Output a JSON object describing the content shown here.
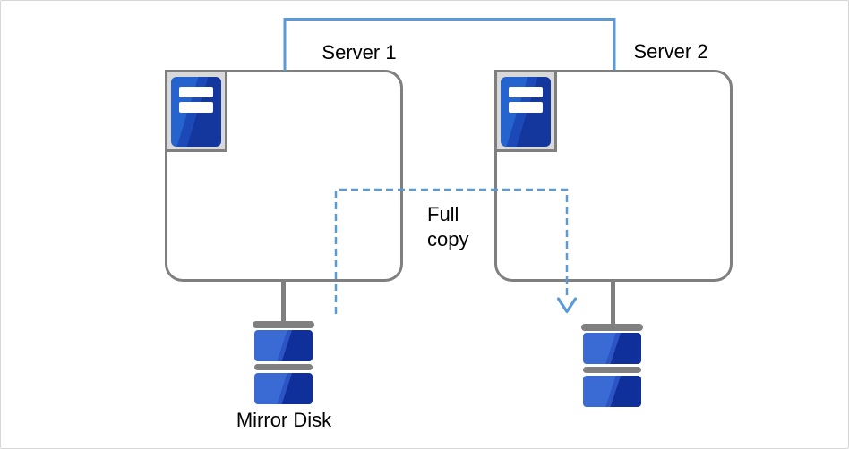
{
  "diagram": {
    "server1": {
      "label": "Server 1"
    },
    "server2": {
      "label": "Server 2"
    },
    "arrow": {
      "label": "Full\ncopy"
    },
    "mirror_disk": {
      "label": "Mirror Disk"
    },
    "colors": {
      "connector_blue": "#5B9BD5",
      "outline_gray": "#7F7F7F",
      "icon_frame_gray": "#D9D9D9",
      "disk_blue_light": "#3A6AD4",
      "disk_blue_dark": "#0F2F9B",
      "text_black": "#000000"
    }
  }
}
